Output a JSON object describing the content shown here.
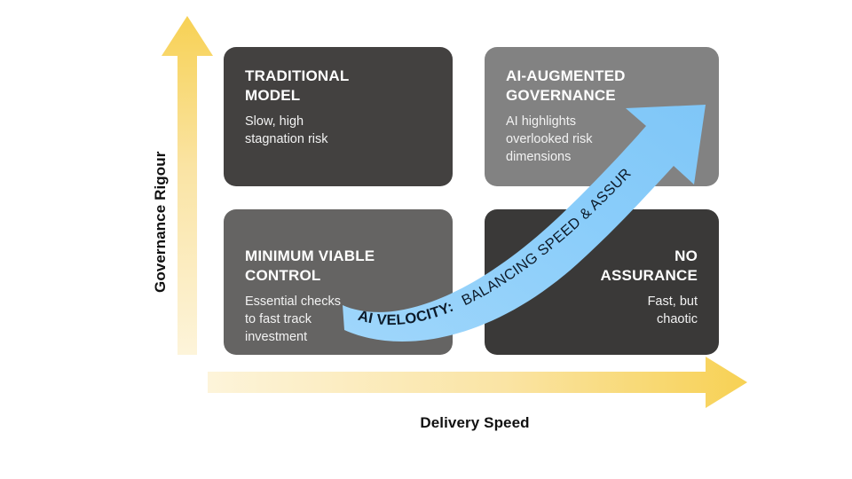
{
  "axes": {
    "y_label": "Governance Rigour",
    "x_label": "Delivery Speed",
    "arrow_color": "#F7D154",
    "arrow_color_faded": "#FDF3D7"
  },
  "quadrants": [
    {
      "key": "traditional",
      "title": "TRADITIONAL\nMODEL",
      "description": "Slow, high\nstagnation risk",
      "background": "#434140"
    },
    {
      "key": "ai_augmented",
      "title": "AI-AUGMENTED\nGOVERNANCE",
      "description": "AI highlights\noverlooked risk\ndimensions",
      "background": "#828282"
    },
    {
      "key": "minimum_viable",
      "title": "MINIMUM VIABLE\nCONTROL",
      "description": "Essential checks\nto fast track\ninvestment",
      "background": "#656463"
    },
    {
      "key": "no_assurance",
      "title": "NO\nASSURANCE",
      "description": "Fast, but\nchaotic",
      "background": "#3A3938"
    }
  ],
  "velocity_arrow": {
    "label_bold": "AI VELOCITY:",
    "label_regular": "BALANCING SPEED & ASSURANCE",
    "color": "#8ACDFA"
  }
}
